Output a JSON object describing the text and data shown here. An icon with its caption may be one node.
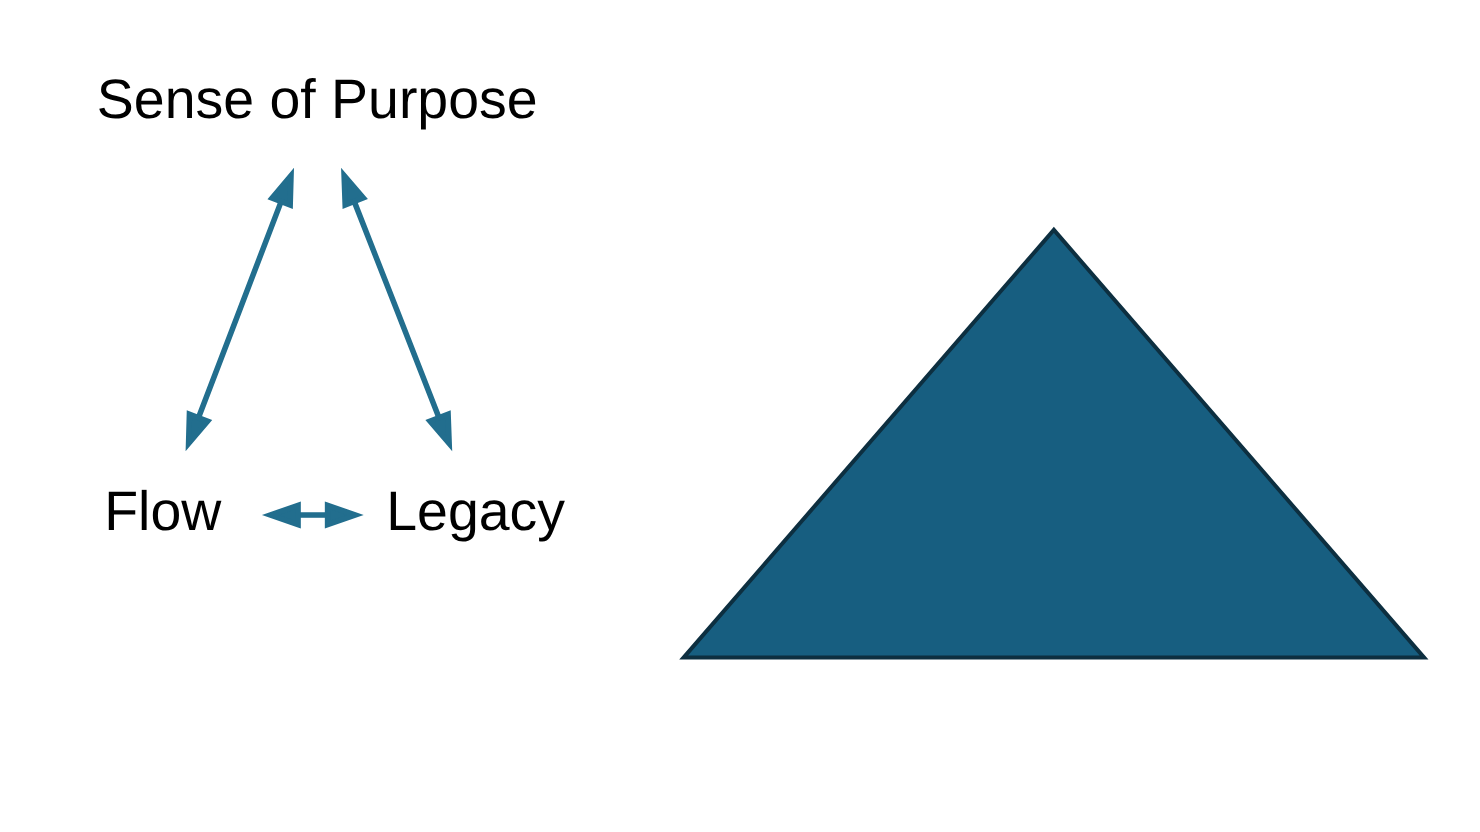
{
  "diagram": {
    "nodes": [
      {
        "text": [
          "Sense of Purpose"
        ]
      },
      {
        "text": [],
        "shape": "triangle"
      },
      {
        "text": [
          "Flow"
        ]
      },
      {
        "text": [
          "Legacy"
        ]
      }
    ],
    "edges": [
      {
        "from": 2,
        "to": 0,
        "arrow": "both"
      },
      {
        "from": 0,
        "to": 3,
        "arrow": "both"
      },
      {
        "from": 2,
        "to": 3,
        "arrow": "both"
      }
    ]
  }
}
